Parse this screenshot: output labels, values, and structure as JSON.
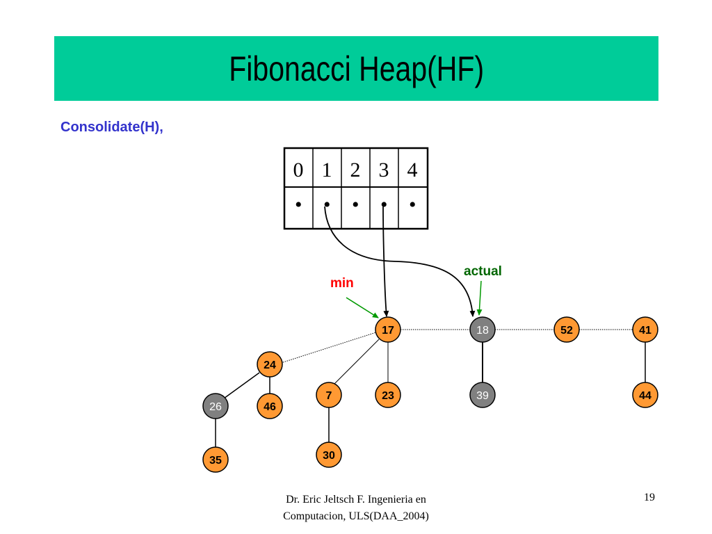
{
  "slide": {
    "title": "Fibonacci Heap(HF)",
    "subtitle": "Consolidate(H),",
    "footer_line1": "Dr. Eric Jeltsch F. Ingenieria en",
    "footer_line2": "Computacion, ULS(DAA_2004)",
    "page_number": "19"
  },
  "array": {
    "indices": [
      "0",
      "1",
      "2",
      "3",
      "4"
    ],
    "pointer_symbol": "•"
  },
  "labels": {
    "min": "min",
    "actual": "actual"
  },
  "colors": {
    "title_bar": "#00cc99",
    "subtitle": "#3333cc",
    "node_orange": "#ff9933",
    "node_gray": "#808080",
    "min_label": "#ff0000",
    "actual_label": "#006600",
    "arrow_green": "#009900"
  },
  "nodes": {
    "n17": "17",
    "n18": "18",
    "n52": "52",
    "n41": "41",
    "n24": "24",
    "n26": "26",
    "n46": "46",
    "n35": "35",
    "n7": "7",
    "n23": "23",
    "n30": "30",
    "n39": "39",
    "n44": "44"
  }
}
